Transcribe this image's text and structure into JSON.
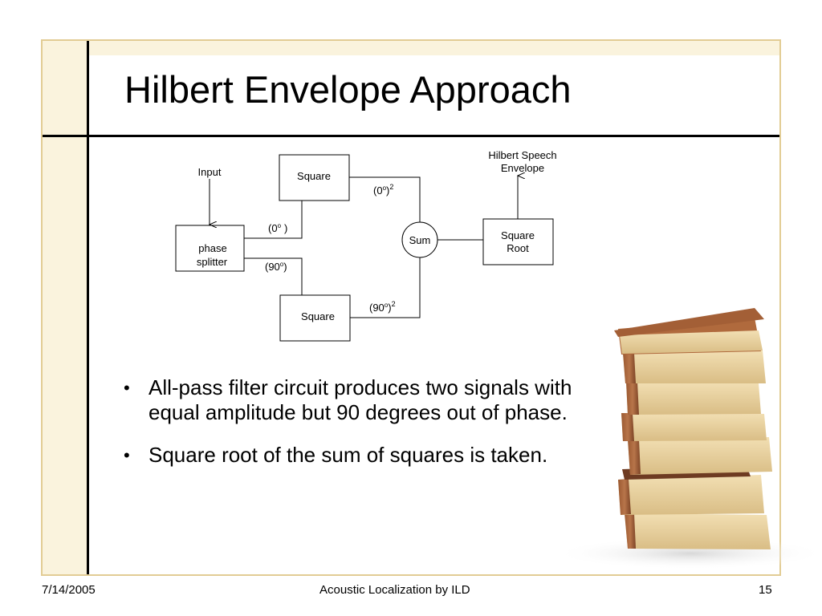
{
  "slide": {
    "title": "Hilbert Envelope Approach",
    "bullets": [
      "All-pass filter circuit produces two signals with equal amplitude but 90 degrees out of phase.",
      "Square root of the sum of squares is taken."
    ]
  },
  "diagram": {
    "input_label": "Input",
    "splitter_line1": "phase",
    "splitter_line2": "splitter",
    "square_top": "Square",
    "square_bottom": "Square",
    "sum": "Sum",
    "sqrt_line1": "Square",
    "sqrt_line2": "Root",
    "output_line1": "Hilbert Speech",
    "output_line2": "Envelope",
    "phase_0": "(0",
    "phase_0_end": ")",
    "phase_90": "(90",
    "phase_90_end": ")",
    "deg": "o",
    "sq": "2"
  },
  "footer": {
    "date": "7/14/2005",
    "center": "Acoustic Localization by ILD",
    "page": "15"
  },
  "colors": {
    "frame": "#e2cc94",
    "band": "#faf3dd",
    "rule": "#000000"
  }
}
